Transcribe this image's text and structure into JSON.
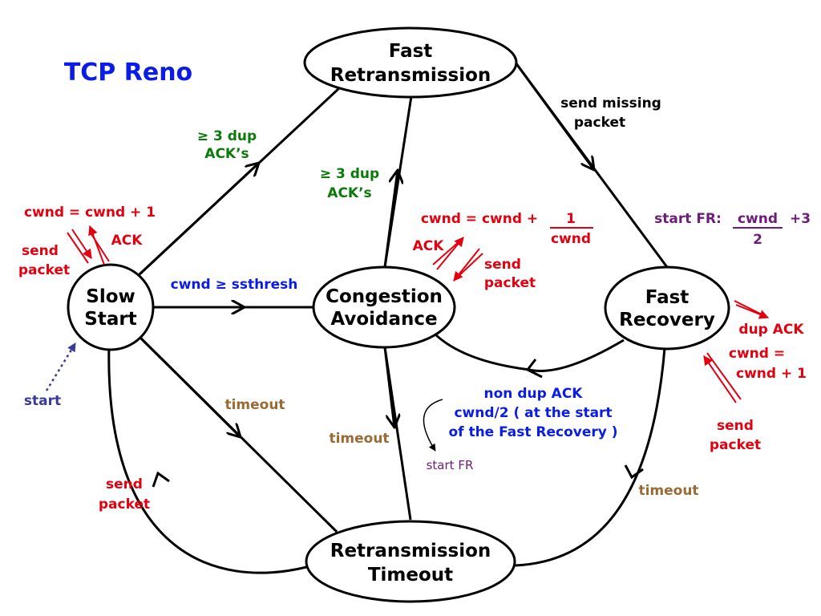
{
  "title": "TCP Reno",
  "nodes": {
    "fast_retransmission": [
      "Fast",
      "Retransmission"
    ],
    "slow_start": [
      "Slow",
      "Start"
    ],
    "congestion_avoidance": [
      "Congestion",
      "Avoidance"
    ],
    "fast_recovery": [
      "Fast",
      "Recovery"
    ],
    "retransmission_timeout": [
      "Retransmission",
      "Timeout"
    ]
  },
  "labels": {
    "ss_to_fr_dup": [
      "≥ 3 dup",
      "ACK’s"
    ],
    "ca_to_fr_dup": [
      "≥ 3 dup",
      "ACK’s"
    ],
    "ss_to_ca": "cwnd ≥ ssthresh",
    "ss_self_update": "cwnd = cwnd + 1",
    "ss_ack": "ACK",
    "ss_send": [
      "send",
      "packet"
    ],
    "start": "start",
    "ca_update_left": "cwnd = cwnd +",
    "ca_update_num": "1",
    "ca_update_den": "cwnd",
    "ca_ack": "ACK",
    "ca_send": [
      "send",
      "packet"
    ],
    "fr_send_missing": [
      "send missing",
      "packet"
    ],
    "start_fr_prefix": "start FR:",
    "start_fr_num": "cwnd",
    "start_fr_suffix": "+3",
    "start_fr_den": "2",
    "frec_dup_ack": "dup ACK",
    "frec_update": [
      "cwnd =",
      "cwnd + 1"
    ],
    "frec_send": [
      "send",
      "packet"
    ],
    "non_dup_ack": [
      "non dup ACK",
      "cwnd/2 ( at the start",
      "of the Fast Recovery )"
    ],
    "start_fr_small": "start FR",
    "timeout_ss": "timeout",
    "timeout_ca": "timeout",
    "timeout_frec": "timeout",
    "rto_send": [
      "send",
      "packet"
    ]
  }
}
